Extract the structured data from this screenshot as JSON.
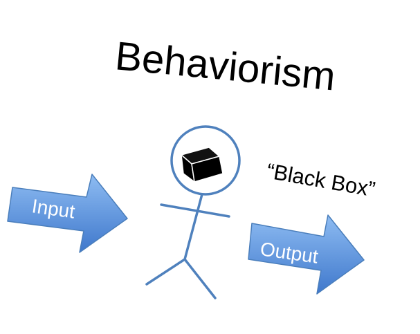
{
  "title": "Behaviorism",
  "caption": "“Black Box”",
  "input_label": "Input",
  "output_label": "Output",
  "colors": {
    "figure_stroke": "#4f81bd",
    "arrow_light": "#7fb2ee",
    "arrow_dark": "#3e7ad0",
    "arrow_stroke": "#4a7ebb",
    "box_fill": "#000000",
    "text": "#000000"
  },
  "icons": {
    "head": "circle-head",
    "black_box": "cube-icon",
    "input_arrow": "right-arrow-icon",
    "output_arrow": "right-arrow-icon"
  }
}
